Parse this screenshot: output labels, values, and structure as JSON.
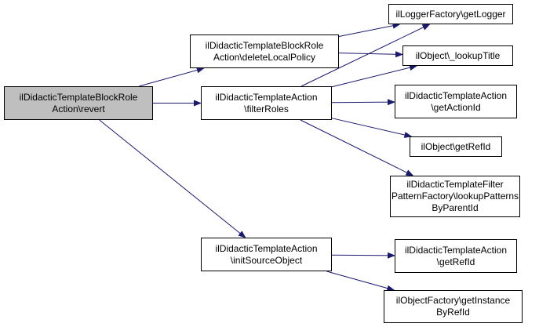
{
  "colors": {
    "edge": "#191970",
    "root_fill": "#bfbfbf",
    "node_fill": "#ffffff",
    "border": "#000000"
  },
  "nodes": {
    "revert": {
      "lines": [
        "ilDidacticTemplateBlockRole",
        "Action\\revert"
      ]
    },
    "deleteLocalPolicy": {
      "lines": [
        "ilDidacticTemplateBlockRole",
        "Action\\deleteLocalPolicy"
      ]
    },
    "filterRoles": {
      "lines": [
        "ilDidacticTemplateAction",
        "\\filterRoles"
      ]
    },
    "initSourceObject": {
      "lines": [
        "ilDidacticTemplateAction",
        "\\initSourceObject"
      ]
    },
    "getLogger": {
      "lines": [
        "ilLoggerFactory\\getLogger"
      ]
    },
    "lookupTitle": {
      "lines": [
        "ilObject\\_lookupTitle"
      ]
    },
    "getActionId": {
      "lines": [
        "ilDidacticTemplateAction",
        "\\getActionId"
      ]
    },
    "objGetRefId": {
      "lines": [
        "ilObject\\getRefId"
      ]
    },
    "lookupPatterns": {
      "lines": [
        "ilDidacticTemplateFilter",
        "PatternFactory\\lookupPatterns",
        "ByParentId"
      ]
    },
    "actionGetRefId": {
      "lines": [
        "ilDidacticTemplateAction",
        "\\getRefId"
      ]
    },
    "getInstance": {
      "lines": [
        "ilObjectFactory\\getInstance",
        "ByRefId"
      ]
    }
  },
  "edges": [
    [
      "revert",
      "deleteLocalPolicy"
    ],
    [
      "revert",
      "filterRoles"
    ],
    [
      "revert",
      "initSourceObject"
    ],
    [
      "deleteLocalPolicy",
      "getLogger"
    ],
    [
      "deleteLocalPolicy",
      "lookupTitle"
    ],
    [
      "filterRoles",
      "getLogger"
    ],
    [
      "filterRoles",
      "lookupTitle"
    ],
    [
      "filterRoles",
      "getActionId"
    ],
    [
      "filterRoles",
      "objGetRefId"
    ],
    [
      "filterRoles",
      "lookupPatterns"
    ],
    [
      "initSourceObject",
      "actionGetRefId"
    ],
    [
      "initSourceObject",
      "getInstance"
    ]
  ]
}
